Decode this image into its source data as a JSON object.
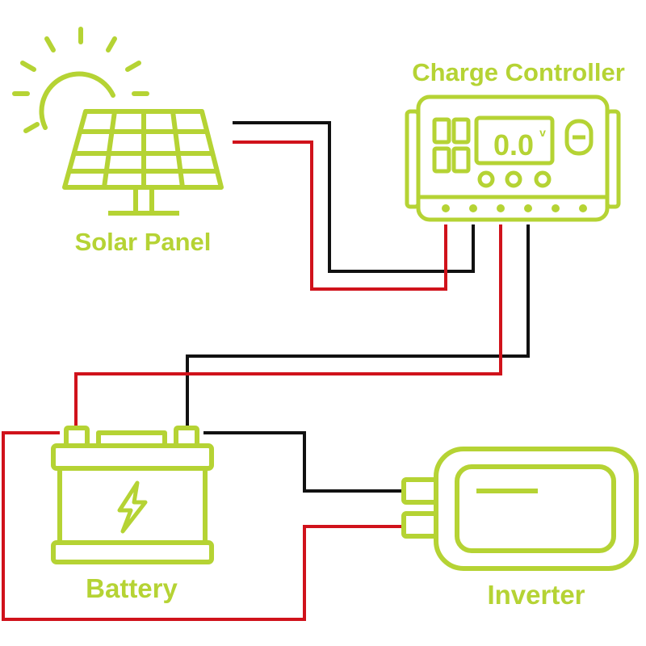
{
  "colors": {
    "accent": "#b5d334",
    "wire_negative": "#111111",
    "wire_positive": "#d0121b",
    "background": "#ffffff"
  },
  "labels": {
    "solar_panel": "Solar Panel",
    "charge_controller": "Charge Controller",
    "battery": "Battery",
    "inverter": "Inverter"
  },
  "controller": {
    "display_value": "0.0",
    "display_unit": "v"
  },
  "icons": {
    "sun": "sun-icon",
    "solar_panel": "solar-panel-icon",
    "controller": "charge-controller-icon",
    "battery": "battery-icon",
    "bolt": "lightning-bolt-icon",
    "inverter": "inverter-icon"
  }
}
